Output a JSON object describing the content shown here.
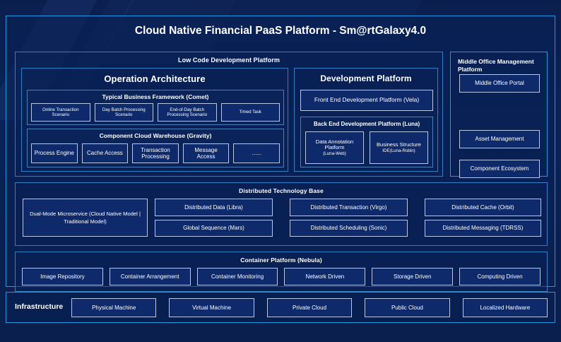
{
  "page": {
    "title": "Cloud Native Financial PaaS Platform - Sm@rtGalaxy4.0",
    "accent_color": "#1f9ae0",
    "background_color": "#0a1f4d",
    "chip_border_color": "#b9c7e4",
    "text_color": "#ffffff"
  },
  "low_code": {
    "title": "Low Code Development Platform",
    "operation_architecture": {
      "title": "Operation Architecture",
      "business_framework": {
        "title": "Typical Business Framework (Comet)",
        "items": [
          "Online Transaction Scenario",
          "Day Batch Processing Scenario",
          "End-of-Day Batch Processing Scenario",
          "Timed Task"
        ]
      },
      "cloud_warehouse": {
        "title": "Component Cloud Warehouse (Gravity)",
        "items": [
          "Process Engine",
          "Cache Access",
          "Transaction Processing",
          "Message Access",
          "......"
        ]
      }
    },
    "development_platform": {
      "title": "Development Platform",
      "front_end": "Front End Development Platform (Vela)",
      "back_end": {
        "title": "Back End Development Platform (Luna)",
        "items": [
          {
            "main": "Data Annotation Platform",
            "sub": "(Luna-Web)"
          },
          {
            "main": "Business Structure",
            "sub": "IDE(Luna-Robin)"
          }
        ]
      }
    }
  },
  "middle_office": {
    "title": "Middle Office Management Platform",
    "items": [
      "Asset Management",
      "Component Ecosystem",
      "Middle Office Portal"
    ]
  },
  "distributed_technology_base": {
    "title": "Distributed Technology Base",
    "dual_mode": "Dual-Mode Microservice (Cloud Native Model | Traditional Model)",
    "columns": [
      [
        "Distributed Data (Libra)",
        "Global Sequence (Mars)"
      ],
      [
        "Distributed Transaction (Virgo)",
        "Distributed Scheduling (Sonic)"
      ],
      [
        "Distributed Cache (Orbit)",
        "Distributed Messaging (TDRSS)"
      ]
    ]
  },
  "container_platform": {
    "title": "Container Platform (Nebula)",
    "items": [
      "Image Repository",
      "Container Arrangement",
      "Container Monitoring",
      "Network Driven",
      "Storage Driven",
      "Computing Driven"
    ]
  },
  "infrastructure": {
    "label": "Infrastructure",
    "items": [
      "Physical Machine",
      "Virtual Machine",
      "Private Cloud",
      "Public Cloud",
      "Localized Hardware"
    ]
  }
}
